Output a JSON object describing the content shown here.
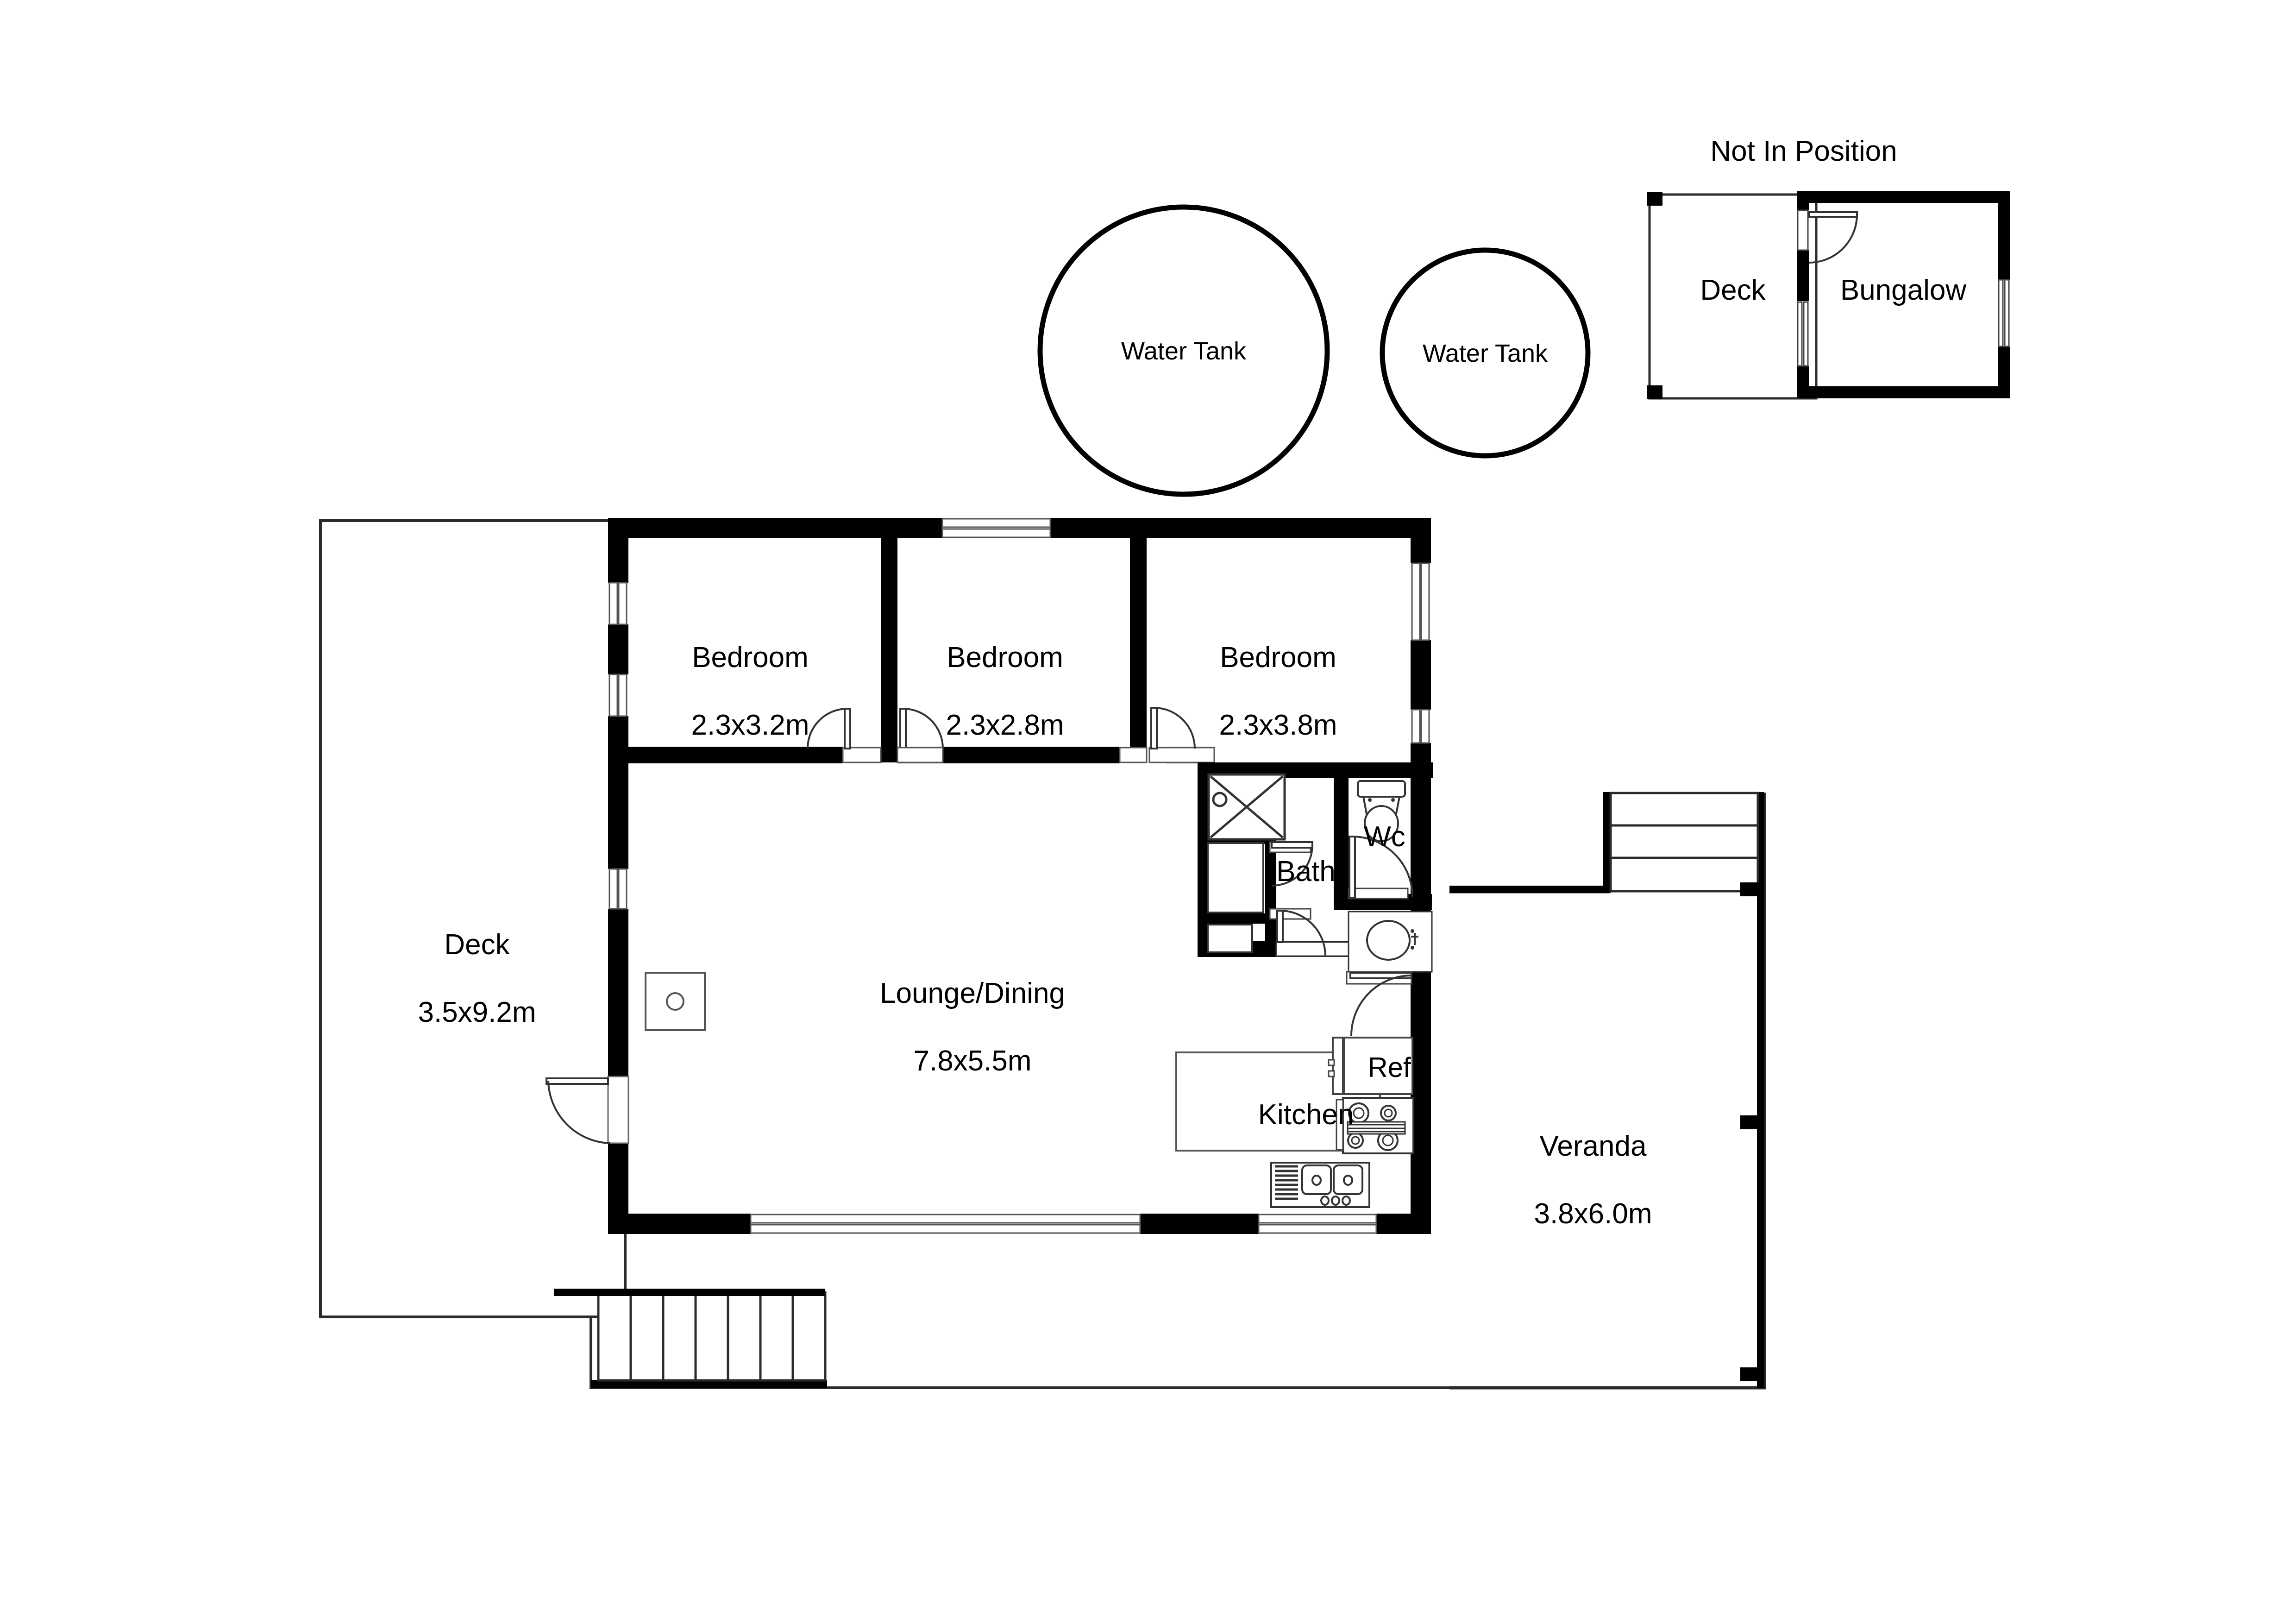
{
  "title_note": "Not In Position",
  "rooms": [
    {
      "name": "bedroom-1",
      "label": "Bedroom",
      "dims": "2.3x3.2m"
    },
    {
      "name": "bedroom-2",
      "label": "Bedroom",
      "dims": "2.3x2.8m"
    },
    {
      "name": "bedroom-3",
      "label": "Bedroom",
      "dims": "2.3x3.8m"
    },
    {
      "name": "lounge-dining",
      "label": "Lounge/Dining",
      "dims": "7.8x5.5m"
    },
    {
      "name": "deck",
      "label": "Deck",
      "dims": "3.5x9.2m"
    },
    {
      "name": "veranda",
      "label": "Veranda",
      "dims": "3.8x6.0m"
    },
    {
      "name": "bath",
      "label": "Bath",
      "dims": ""
    },
    {
      "name": "wc",
      "label": "Wc",
      "dims": ""
    },
    {
      "name": "kitchen",
      "label": "Kitchen",
      "dims": ""
    },
    {
      "name": "bungalow-deck",
      "label": "Deck",
      "dims": ""
    },
    {
      "name": "bungalow",
      "label": "Bungalow",
      "dims": ""
    }
  ],
  "fixtures": [
    {
      "name": "refrigerator",
      "label": "Ref"
    },
    {
      "name": "water-tank-large",
      "label": "Water Tank"
    },
    {
      "name": "water-tank-small",
      "label": "Water Tank"
    }
  ],
  "colors": {
    "wall": "#000000",
    "thin_line": "#3a3a3a",
    "background": "#ffffff",
    "fixture_line": "#444444"
  },
  "bungalow_note": "Not In Position"
}
